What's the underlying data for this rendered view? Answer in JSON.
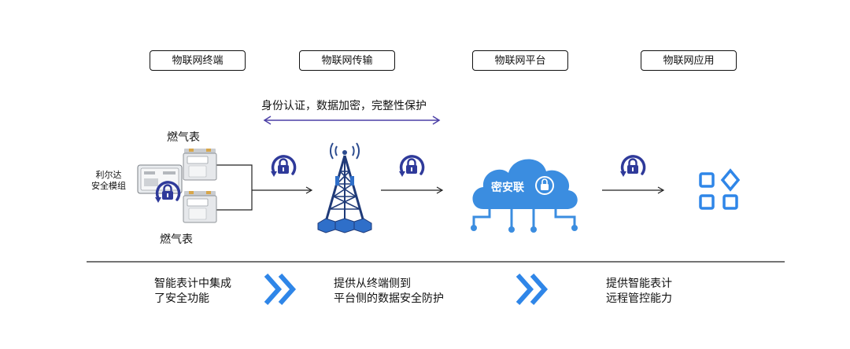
{
  "stages": [
    {
      "label": "物联网终端"
    },
    {
      "label": "物联网传输"
    },
    {
      "label": "物联网平台"
    },
    {
      "label": "物联网应用"
    }
  ],
  "transport_note": "身份认证，数据加密，完整性保护",
  "devices": {
    "meter_top_label": "燃气表",
    "meter_bottom_label": "燃气表",
    "module_label_line1": "利尔达",
    "module_label_line2": "安全模组"
  },
  "cloud_label": "密安联",
  "descriptions": [
    {
      "line1": "智能表计中集成",
      "line2": "了安全功能"
    },
    {
      "line1": "提供从终端侧到",
      "line2": "平台侧的数据安全防护"
    },
    {
      "line1": "提供智能表计",
      "line2": "远程管控能力"
    }
  ],
  "colors": {
    "accent_blue": "#2f86e8",
    "navy": "#2f3a9a",
    "cloud_blue": "#3b8de0",
    "line": "#222222"
  },
  "icons": {
    "lock": "lock-cycle-icon",
    "tower": "signal-tower-icon",
    "apps": "apps-grid-icon",
    "chevrons": "double-chevron-icon"
  }
}
